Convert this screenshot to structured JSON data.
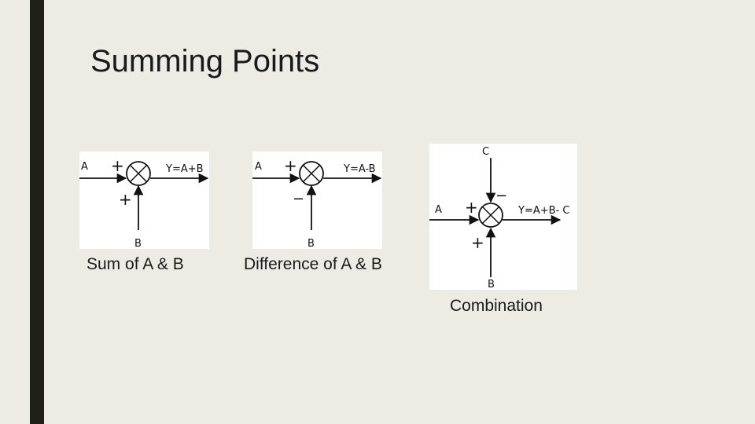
{
  "slide": {
    "title": "Summing Points",
    "accent_color": "#1e1f16",
    "background_color": "#eeebe4"
  },
  "diagrams": [
    {
      "input_left": "A",
      "input_bottom": "B",
      "sign_left": "+",
      "sign_bottom": "+",
      "output": "Y=A+B",
      "caption": "Sum of A & B"
    },
    {
      "input_left": "A",
      "input_bottom": "B",
      "sign_left": "+",
      "sign_bottom": "−",
      "output": "Y=A-B",
      "caption": "Difference of A & B"
    },
    {
      "input_left": "A",
      "input_bottom": "B",
      "input_top": "C",
      "sign_left": "+",
      "sign_bottom": "+",
      "sign_top": "−",
      "output": "Y=A+B- C",
      "caption": "Combination"
    }
  ]
}
